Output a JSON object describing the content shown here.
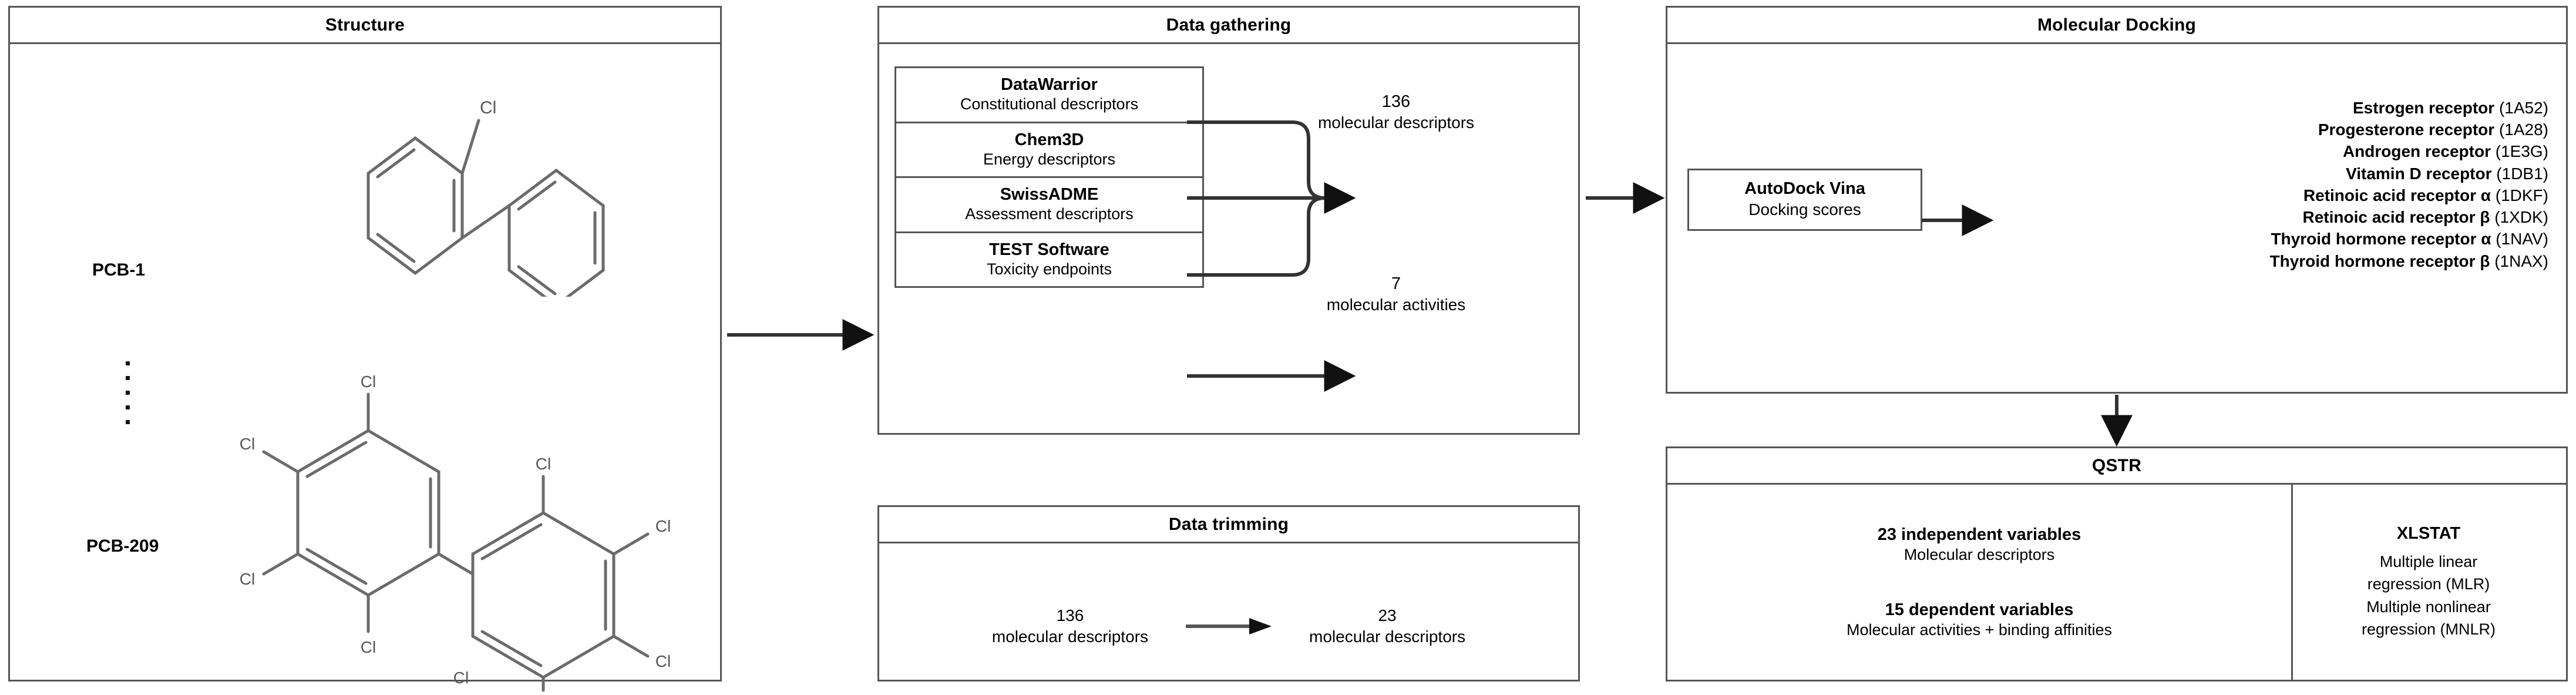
{
  "panels": {
    "structure": {
      "title": "Structure",
      "items": [
        {
          "label": "PCB-1",
          "molecule": "2-chlorobiphenyl",
          "cl_count": 1
        },
        {
          "label": "PCB-209",
          "molecule": "decachlorobiphenyl",
          "cl_count": 10
        }
      ],
      "ellipsis": "vertical-dots",
      "atom_label": "Cl"
    },
    "data_gathering": {
      "title": "Data gathering",
      "tools": [
        {
          "name": "DataWarrior",
          "desc": "Constitutional descriptors"
        },
        {
          "name": "Chem3D",
          "desc": "Energy descriptors"
        },
        {
          "name": "SwissADME",
          "desc": "Assessment descriptors"
        },
        {
          "name": "TEST Software",
          "desc": "Toxicity endpoints"
        }
      ],
      "outputs": [
        {
          "count": "136",
          "label": "molecular descriptors"
        },
        {
          "count": "7",
          "label": "molecular activities"
        }
      ]
    },
    "data_trimming": {
      "title": "Data trimming",
      "from": {
        "count": "136",
        "label": "molecular descriptors"
      },
      "to": {
        "count": "23",
        "label": "molecular descriptors"
      }
    },
    "molecular_docking": {
      "title": "Molecular Docking",
      "software": {
        "name": "AutoDock Vina",
        "desc": "Docking scores"
      },
      "receptors": [
        {
          "name": "Estrogen receptor",
          "pdb": "(1A52)"
        },
        {
          "name": "Progesterone receptor",
          "pdb": "(1A28)"
        },
        {
          "name": "Androgen receptor",
          "pdb": "(1E3G)"
        },
        {
          "name": "Vitamin D receptor",
          "pdb": "(1DB1)"
        },
        {
          "name": "Retinoic acid receptor α",
          "pdb": "(1DKF)"
        },
        {
          "name": "Retinoic acid receptor β",
          "pdb": "(1XDK)"
        },
        {
          "name": "Thyroid hormone receptor α",
          "pdb": "(1NAV)"
        },
        {
          "name": "Thyroid hormone receptor β",
          "pdb": "(1NAX)"
        }
      ]
    },
    "qstr": {
      "title": "QSTR",
      "variables": [
        {
          "heading": "23 independent variables",
          "desc": "Molecular descriptors"
        },
        {
          "heading": "15 dependent variables",
          "desc": "Molecular activities + binding affinities"
        }
      ],
      "stats_tool": {
        "name": "XLSTAT",
        "methods": [
          "Multiple linear",
          "regression (MLR)",
          "Multiple nonlinear",
          "regression (MNLR)"
        ]
      }
    }
  },
  "colors": {
    "border": "#555555",
    "text": "#000000",
    "bond": "#6b6b6b",
    "background": "#ffffff"
  }
}
